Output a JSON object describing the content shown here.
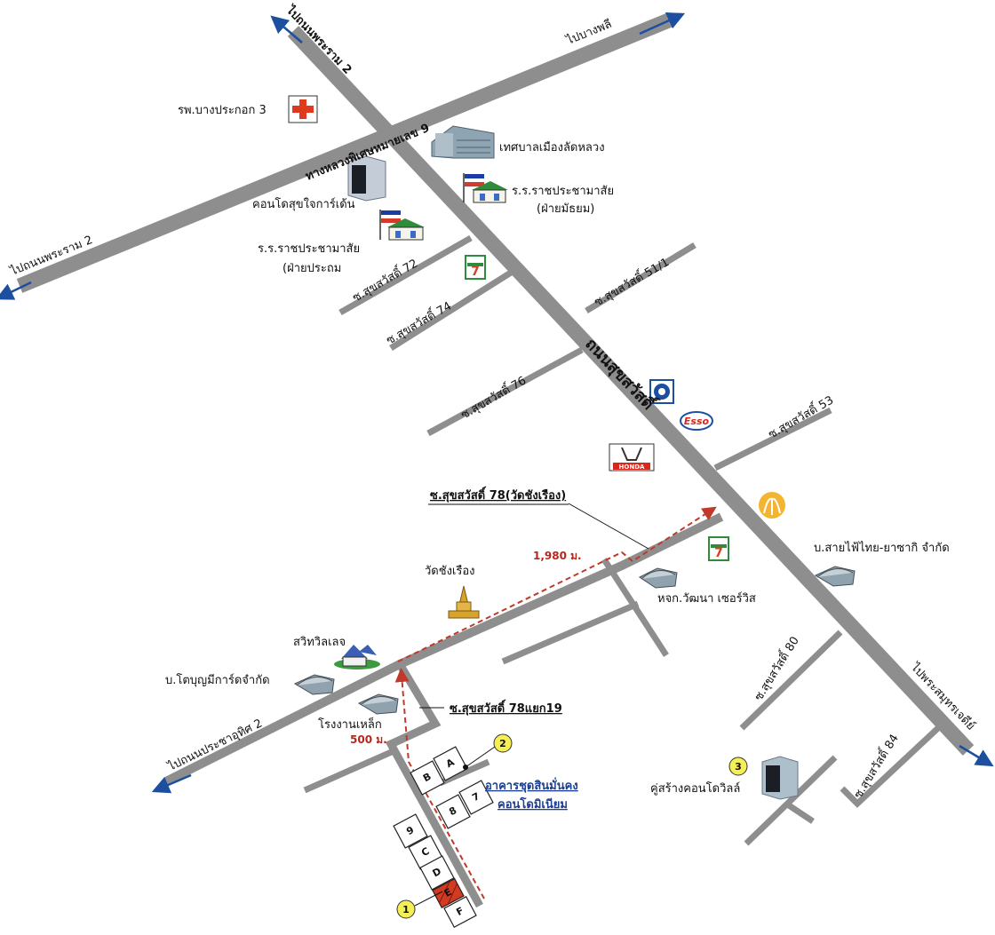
{
  "directions": {
    "to_rama2_north": "ไปถนนพระราม 2",
    "to_bangphli": "ไปบางพลี",
    "to_rama2_west": "ไปถนนพระราม 2",
    "to_prachauthit": "ไปถนนประชาอุทิศ 2",
    "to_samut_prakan": "ไปพระสมุทรเจดีย์"
  },
  "roads": {
    "suksawat": "ถนนสุขสวัสดิ์",
    "rama2_name": "ถนนพระราม 2",
    "highway9": "ทางหลวงพิเศษหมายเลข 9",
    "soi_72": "ซ.สุขสวัสดิ์ 72",
    "soi_74": "ซ.สุขสวัสดิ์ 74",
    "soi_76": "ซ.สุขสวัสดิ์ 76",
    "soi_51_1": "ซ.สุขสวัสดิ์ 51/1",
    "soi_53": "ซ.สุขสวัสดิ์ 53",
    "soi_78": "ซ.สุขสวัสดิ์ 78(วัดชังเรือง)",
    "soi_78_19": "ซ.สุขสวัสดิ์ 78แยก19",
    "soi_80": "ซ.สุขสวัสดิ์ 80",
    "soi_84": "ซ.สุขสวัสดิ์ 84"
  },
  "places": {
    "hospital": "รพ.บางประกอก 3",
    "municipality": "เทศบาลเมืองลัดหลวง",
    "school_secondary_1": "ร.ร.ราชประชามาสัย",
    "school_secondary_2": "(ฝ่ายมัธยม)",
    "condo_garden": "คอนโดสุขใจการ์เด้น",
    "school_primary_1": "ร.ร.ราชประชามาสัย",
    "school_primary_2": "(ฝ่ายประถม",
    "temple": "วัดชังเรือง",
    "watana": "หจก.วัฒนา เซอร์วิส",
    "cable_company": "บ.สายไฟ้ไทย-ยาซากิ จำกัด",
    "swiss_village": "สวิทวิลเลจ",
    "toboon": "บ.โตบุญมีการ์ดจำกัด",
    "steel_factory": "โรงงานเหล็ก",
    "competitor_condo": "คู่สร้างคอนโดวิลล์",
    "project_line1": "อาคารชุดสินมั่นคง",
    "project_line2": "คอนโดมิเนียม"
  },
  "brands": {
    "seven_a": "7",
    "seven_b": "7",
    "esso": "Esso",
    "honda": "HONDA"
  },
  "distances": {
    "main": "1,980 ม.",
    "short": "500 ม."
  },
  "markers": {
    "m1": "1",
    "m2": "2",
    "m3": "3"
  },
  "plots": {
    "a": "A",
    "b": "B",
    "p7": "7",
    "p8": "8",
    "p9": "9",
    "c": "C",
    "d": "D",
    "e": "E",
    "f": "F"
  },
  "colors": {
    "road": "#8e8e8e",
    "route": "#c0392b",
    "arrow": "#1c4fa0",
    "project": "#1c3f94",
    "selected_plot": "#d33a22",
    "marker": "#f3ef55"
  }
}
